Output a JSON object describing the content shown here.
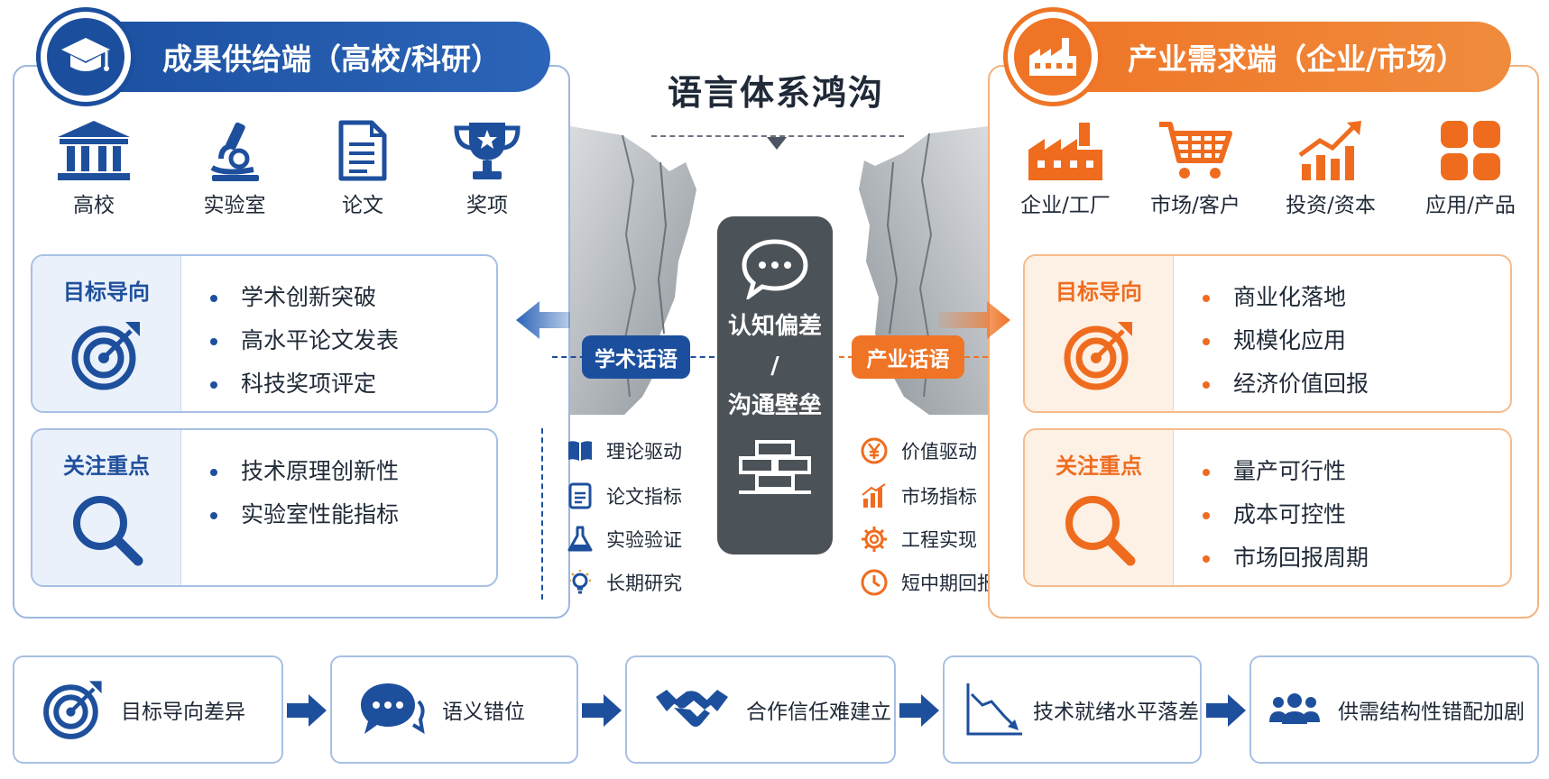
{
  "colors": {
    "academic": "#1e4f9c",
    "industry": "#ef6c1f",
    "barrier": "#4b5258"
  },
  "left": {
    "header": "成果供给端（高校/科研）",
    "icons": [
      {
        "label": "高校",
        "icon": "bank-icon"
      },
      {
        "label": "实验室",
        "icon": "microscope-icon"
      },
      {
        "label": "论文",
        "icon": "document-icon"
      },
      {
        "label": "奖项",
        "icon": "trophy-icon"
      }
    ],
    "goal_card": {
      "title": "目标导向",
      "items": [
        "学术创新突破",
        "高水平论文发表",
        "科技奖项评定"
      ]
    },
    "focus_card": {
      "title": "关注重点",
      "items": [
        "技术原理创新性",
        "实验室性能指标"
      ]
    }
  },
  "right": {
    "header": "产业需求端（企业/市场）",
    "icons": [
      {
        "label": "企业/工厂",
        "icon": "factory-icon"
      },
      {
        "label": "市场/客户",
        "icon": "cart-icon"
      },
      {
        "label": "投资/资本",
        "icon": "growth-chart-icon"
      },
      {
        "label": "应用/产品",
        "icon": "app-grid-icon"
      }
    ],
    "goal_card": {
      "title": "目标导向",
      "items": [
        "商业化落地",
        "规模化应用",
        "经济价值回报"
      ]
    },
    "focus_card": {
      "title": "关注重点",
      "items": [
        "量产可行性",
        "成本可控性",
        "市场回报周期"
      ]
    }
  },
  "center": {
    "title": "语言体系鸿沟",
    "barrier_line1": "认知偏差",
    "barrier_line2": "/",
    "barrier_line3": "沟通壁垒",
    "academic_tag": "学术话语",
    "industry_tag": "产业话语",
    "academic_features": [
      "理论驱动",
      "论文指标",
      "实验验证",
      "长期研究"
    ],
    "industry_features": [
      "价值驱动",
      "市场指标",
      "工程实现",
      "短中期回报"
    ]
  },
  "bottom": [
    {
      "label": "目标导向差异",
      "icon": "target-icon"
    },
    {
      "label": "语义错位",
      "icon": "chat-icon"
    },
    {
      "label": "合作信任难建立",
      "icon": "handshake-icon"
    },
    {
      "label": "技术就绪水平落差",
      "icon": "decline-chart-icon"
    },
    {
      "label": "供需结构性错配加剧",
      "icon": "people-icon"
    }
  ]
}
